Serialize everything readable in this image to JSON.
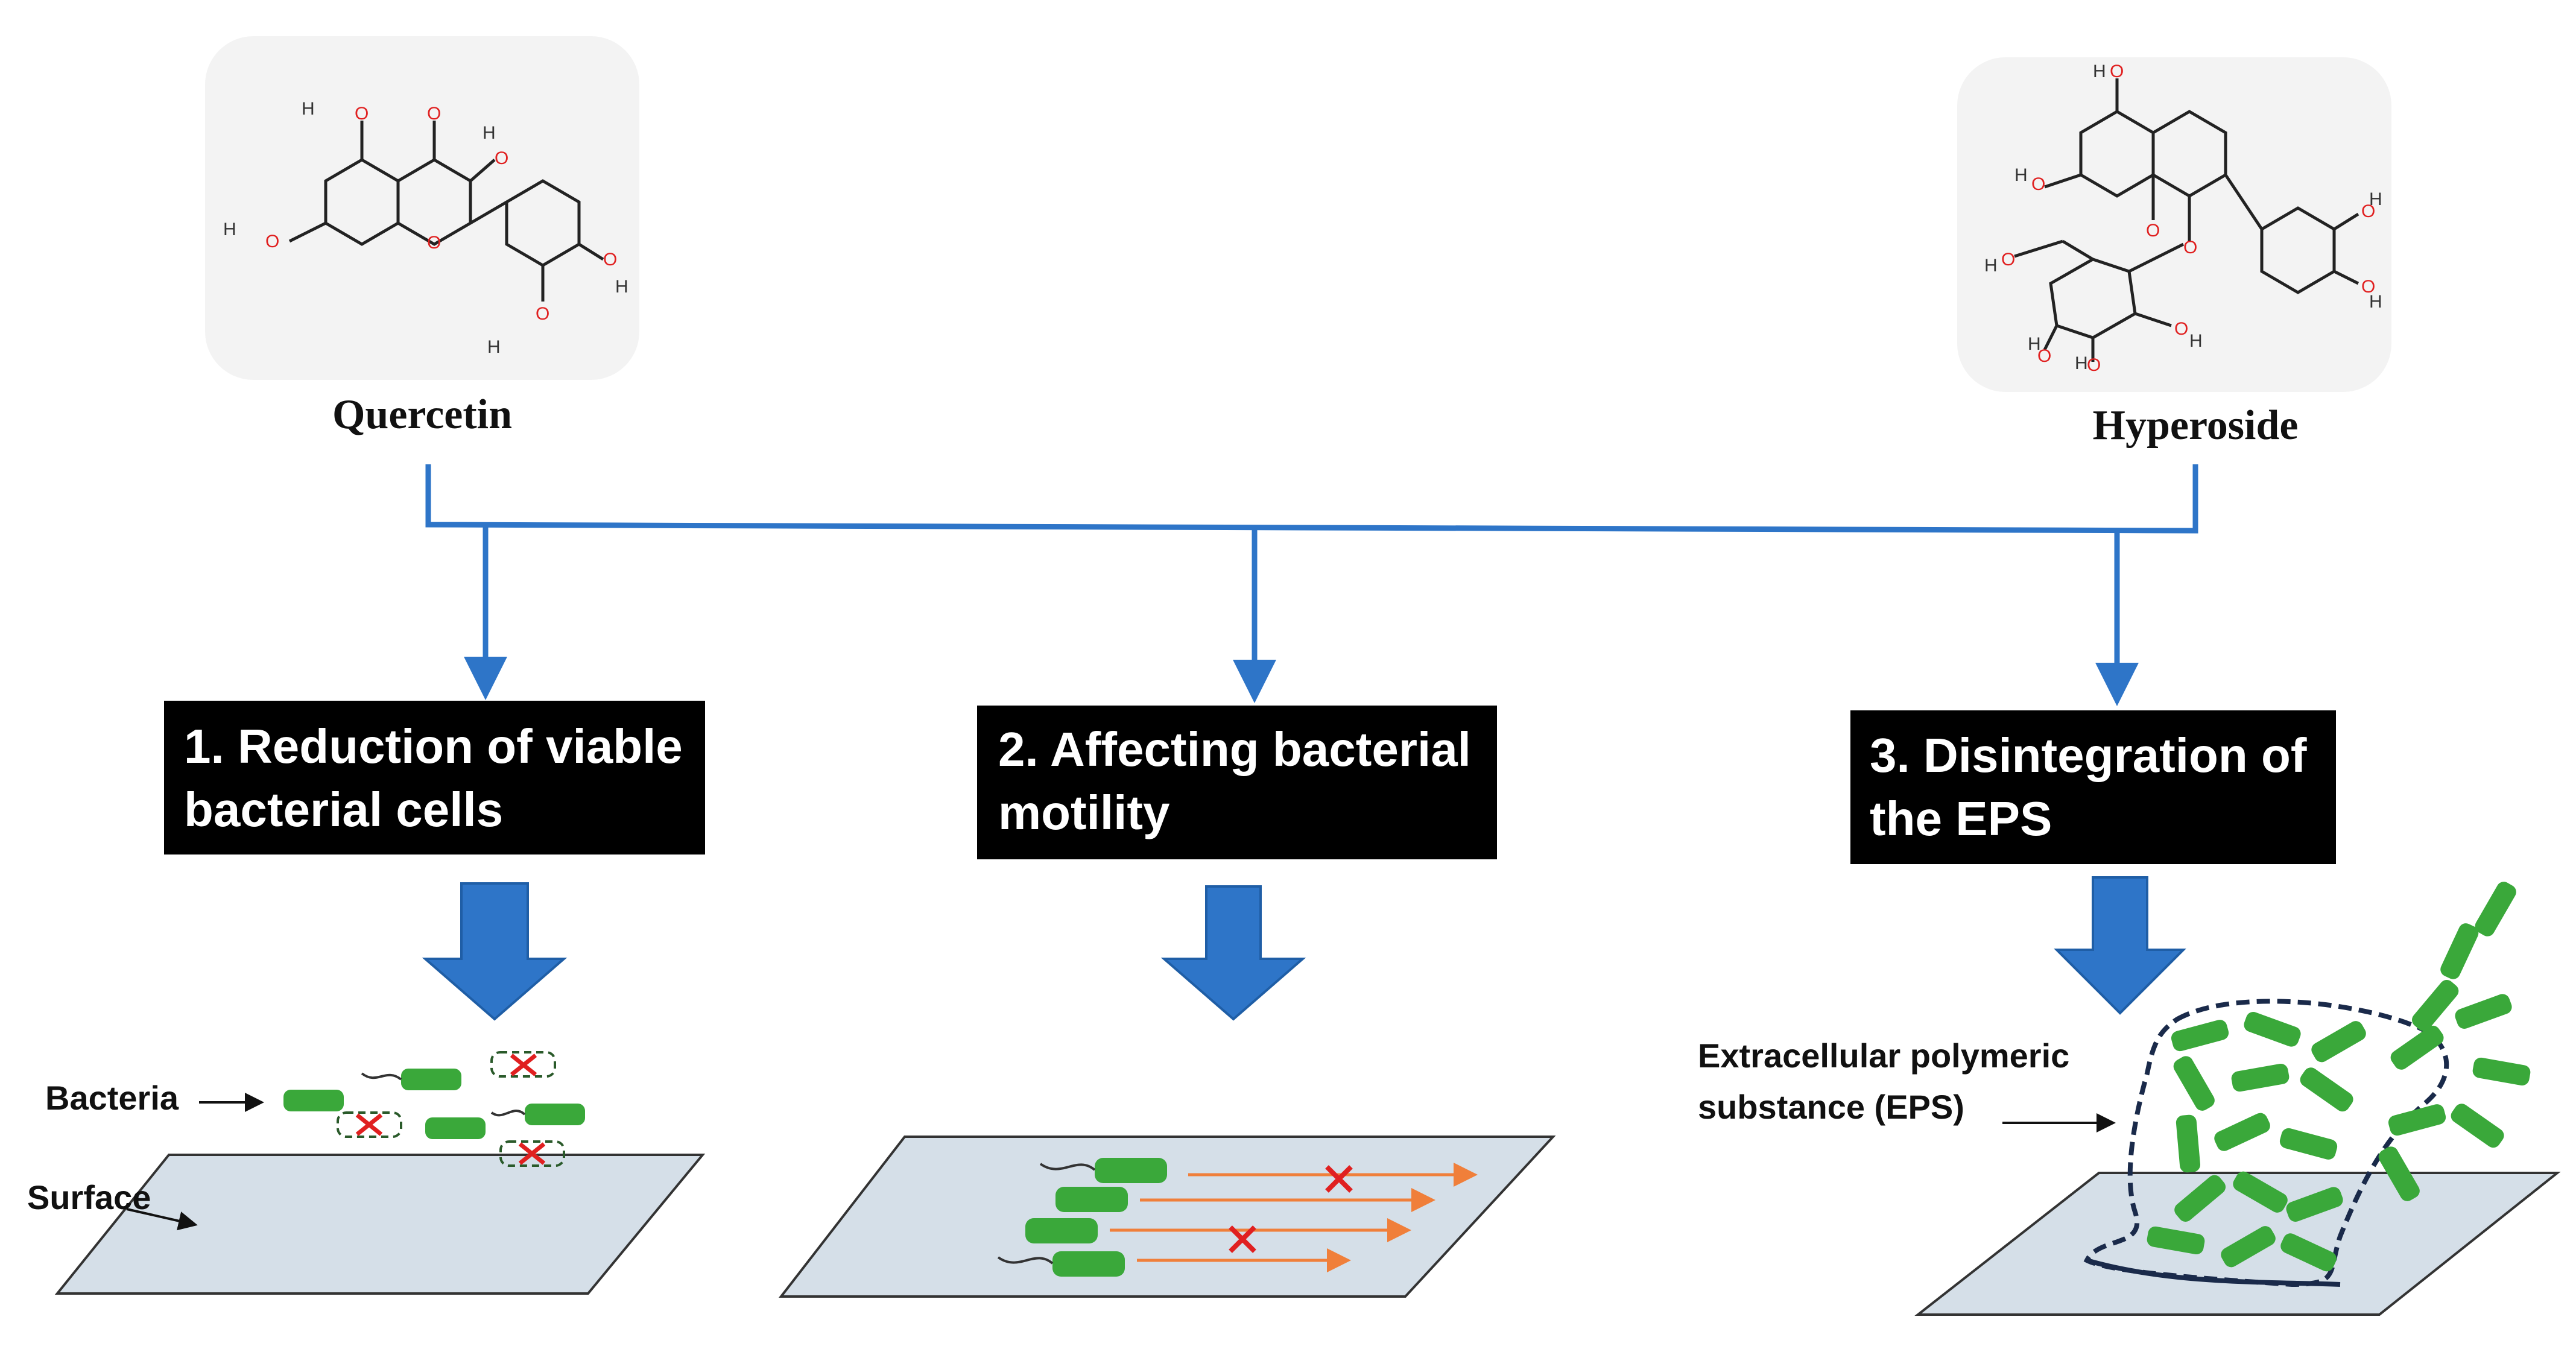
{
  "compounds": [
    {
      "name": "Quercetin"
    },
    {
      "name": "Hyperoside"
    }
  ],
  "steps": [
    {
      "line1": "1. Reduction of viable",
      "line2": "bacterial  cells"
    },
    {
      "line1": "2. Affecting bacterial",
      "line2": "motility"
    },
    {
      "line1": "3. Disintegration of",
      "line2": "the EPS"
    }
  ],
  "labels": {
    "bacteria": "Bacteria",
    "surface": "Surface",
    "eps_line1": "Extracellular  polymeric",
    "eps_line2": "substance (EPS)"
  },
  "atoms": {
    "oxygen": "O",
    "hydrogen": "H"
  },
  "colors": {
    "connector": "#2e75c8",
    "block_arrow": "#2e75c8",
    "step_box": "#000000",
    "bacterium": "#3aa83a",
    "bacterium_outline": "#2a7a2a",
    "surface": "#d5dfe8",
    "oxygen": "#e02020",
    "motility_arrow": "#f07f3a",
    "cross": "#e02020",
    "eps_outline": "#1a2a4a"
  },
  "icons": {
    "inhibited_marker": "cross-icon"
  }
}
